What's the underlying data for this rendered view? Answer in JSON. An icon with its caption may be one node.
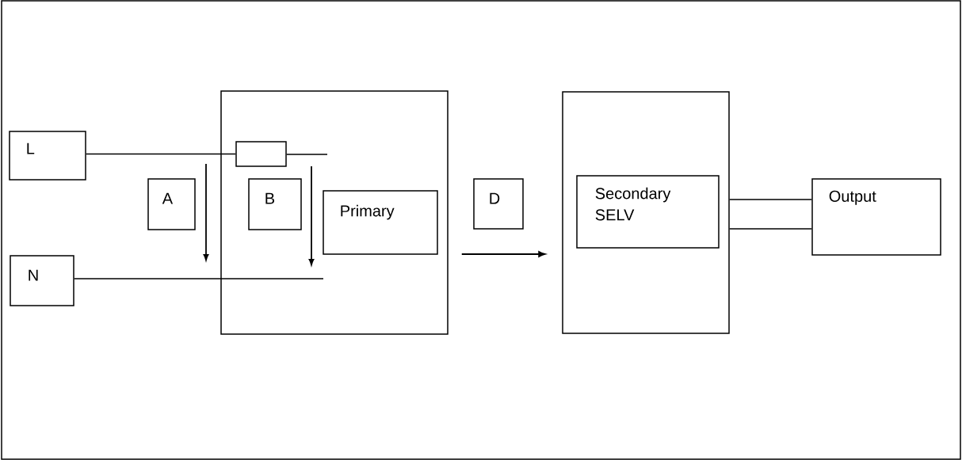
{
  "diagram": {
    "nodes": [
      {
        "text": [
          "L"
        ]
      },
      {
        "text": [
          "N"
        ]
      },
      {
        "text": [],
        "shape": "box"
      },
      {
        "text": [],
        "shape": "box",
        "in": 2
      },
      {
        "text": [
          "A"
        ]
      },
      {
        "text": [
          "B"
        ],
        "in": 2
      },
      {
        "text": [
          "Primary"
        ],
        "in": 2
      },
      {
        "text": [
          "D"
        ]
      },
      {
        "text": [],
        "shape": "box"
      },
      {
        "text": [
          "Secondary SELV"
        ],
        "in": 8
      },
      {
        "text": [
          "Output"
        ]
      }
    ],
    "edges": [
      {
        "from": 0,
        "to": 3,
        "arrow": "none"
      },
      {
        "from": 3,
        "to": null,
        "arrow": "none"
      },
      {
        "from": 1,
        "to": null,
        "arrow": "none"
      },
      {
        "from": 2,
        "to": 8,
        "arrow": "to"
      },
      {
        "from": 8,
        "to": 10,
        "arrow": "none"
      },
      {
        "from": 8,
        "to": 10,
        "arrow": "none"
      }
    ]
  }
}
